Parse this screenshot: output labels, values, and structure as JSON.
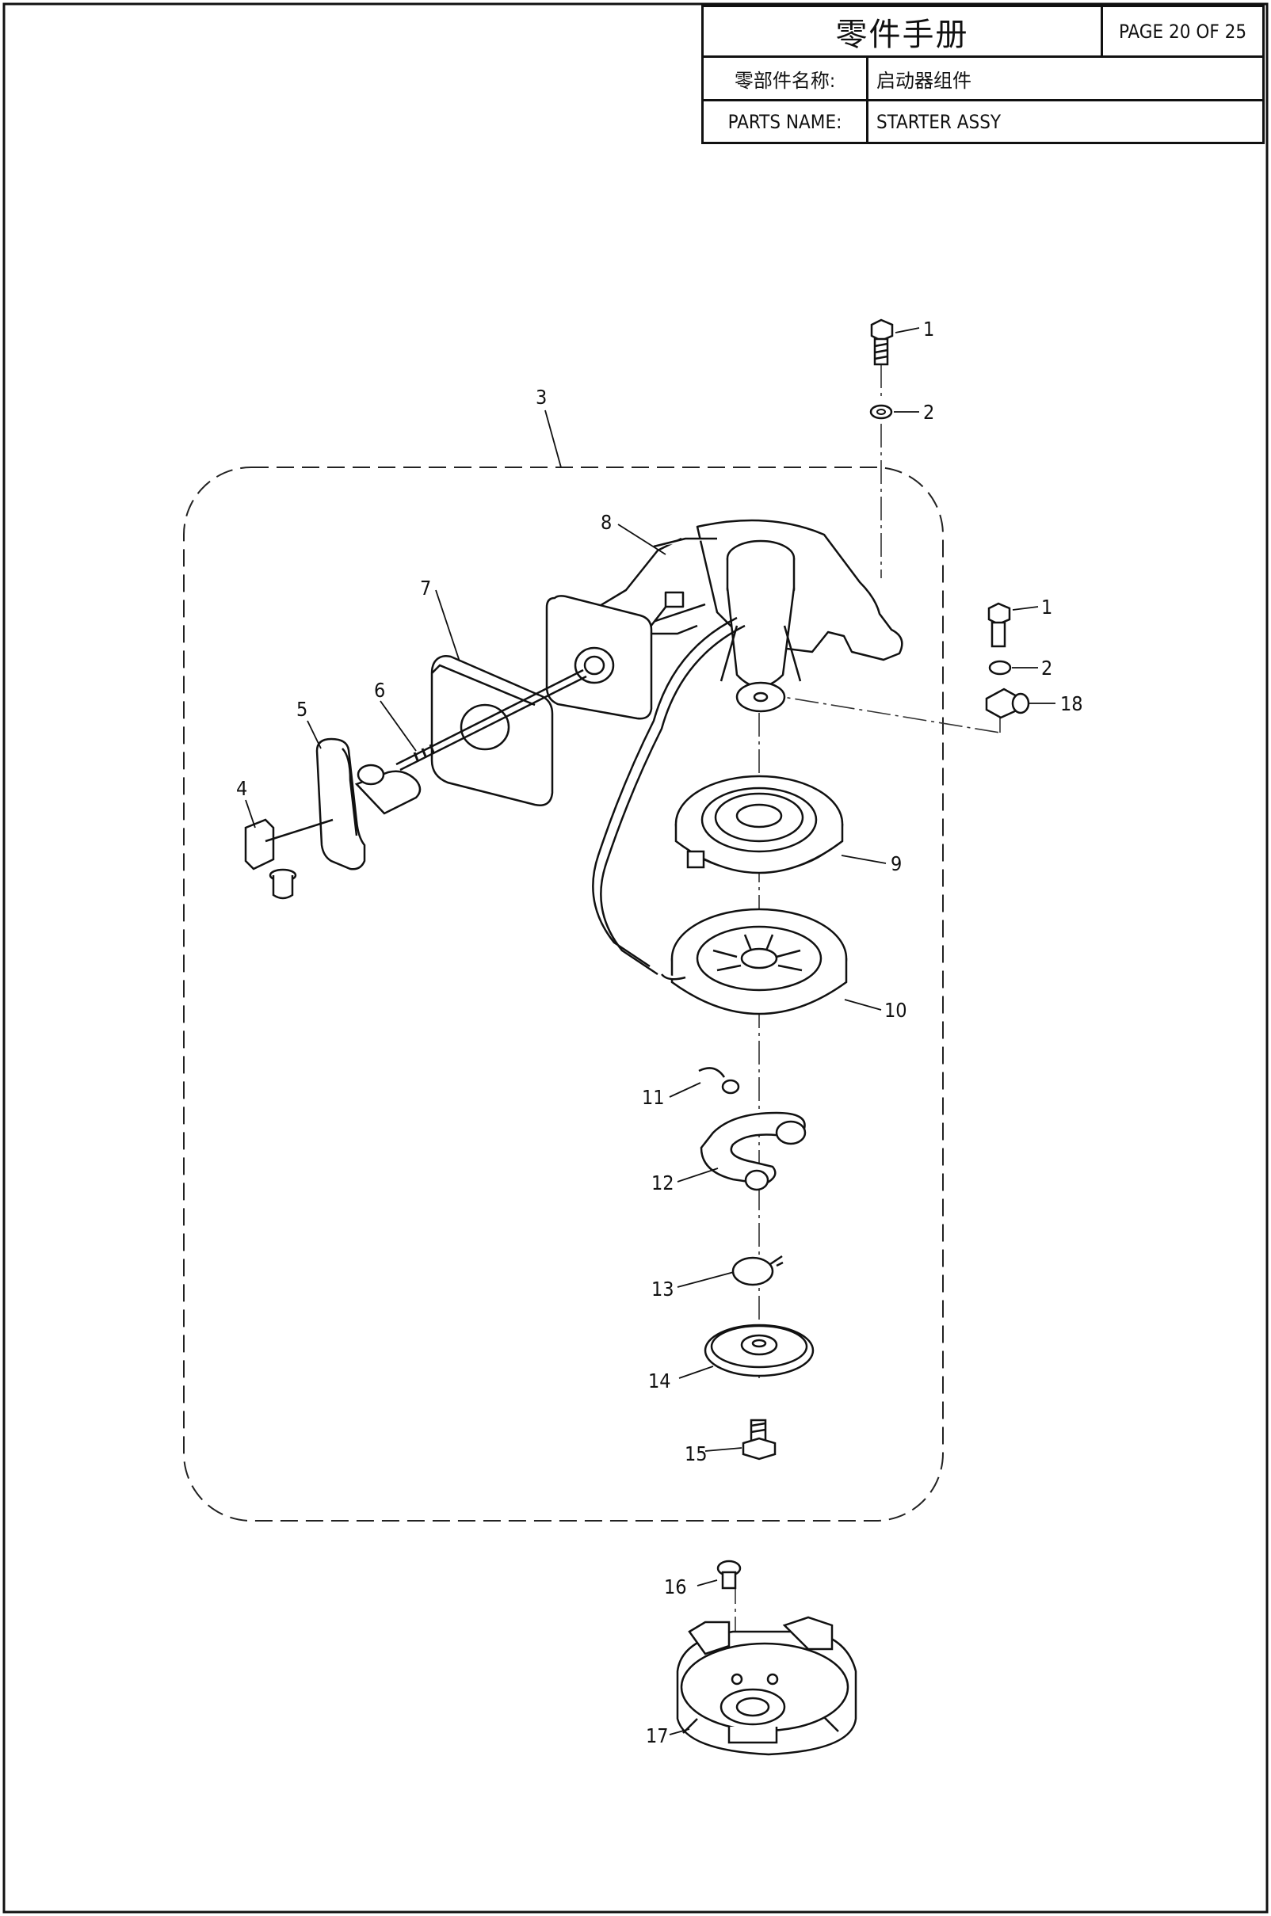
{
  "header": {
    "manual_title": "零件手册",
    "page_number": "PAGE 20 OF 25",
    "part_name_label_cn": "零部件名称:",
    "part_name_value_cn": "启动器组件",
    "part_name_label_en": "PARTS NAME:",
    "part_name_value_en": "STARTER ASSY"
  },
  "callouts": [
    "1",
    "2",
    "3",
    "8",
    "7",
    "1",
    "2",
    "18",
    "6",
    "5",
    "4",
    "9",
    "10",
    "11",
    "12",
    "13",
    "14",
    "15",
    "16",
    "17"
  ]
}
